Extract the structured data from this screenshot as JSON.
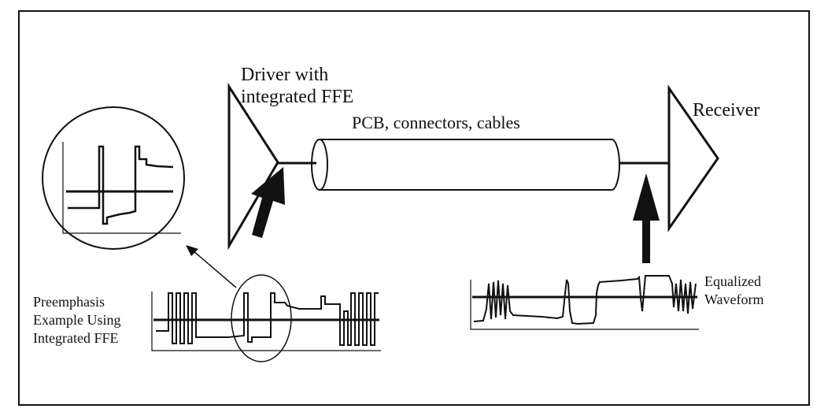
{
  "labels": {
    "driver": [
      "Driver with",
      "integrated FFE"
    ],
    "receiver": "Receiver",
    "channel": "PCB, connectors, cables",
    "preemphasis": [
      "Preemphasis",
      "Example Using",
      "Integrated FFE"
    ],
    "equalized": [
      "Equalized",
      "Waveform"
    ]
  },
  "colors": {
    "line": "#111111",
    "background": "#ffffff"
  }
}
